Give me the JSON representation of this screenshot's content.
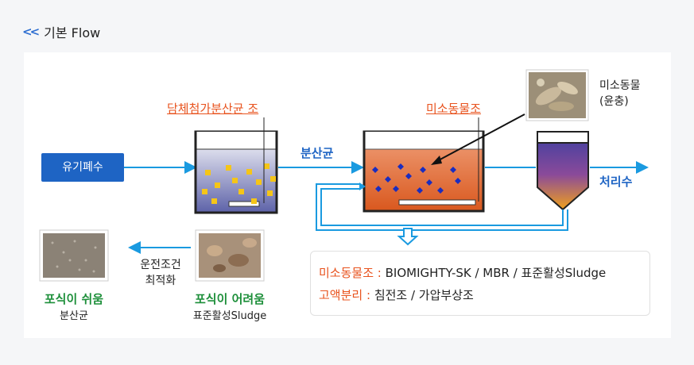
{
  "header": {
    "title": "기본 Flow"
  },
  "input_label": "유기폐수",
  "tank1_label": "담체첨가분산균 조",
  "between_label": "분산균",
  "tank2_label": "미소동물조",
  "micro_label_line1": "미소동물",
  "micro_label_line2": "(윤충)",
  "output_label": "처리수",
  "legend": {
    "row1_key": "미소동물조 :",
    "row1_value": "BIOMIGHTY-SK / MBR / 표준활성Sludge",
    "row2_key": "고액분리 :",
    "row2_value": "침전조 / 가압부상조"
  },
  "left_thumb": {
    "title": "포식이 쉬움",
    "sub": "분산균"
  },
  "mid_thumb": {
    "title": "포식이 어려움",
    "sub": "표준활성Sludge"
  },
  "optimize_line1": "운전조건",
  "optimize_line2": "최적화",
  "colors": {
    "blue": "#1e64c4",
    "orange": "#e8531e",
    "green": "#1d8f3a",
    "arrow": "#1a9ae0"
  }
}
